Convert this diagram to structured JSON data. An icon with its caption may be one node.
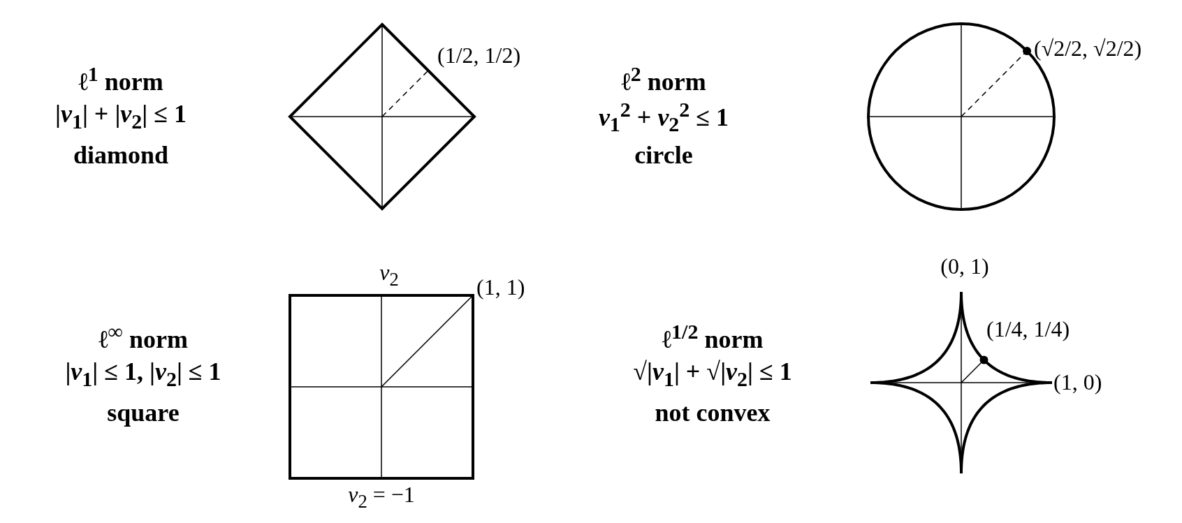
{
  "diagram": {
    "labels": [
      "ℓ$^{1}$ norm",
      "|*v*$_{1}$| + |*v*$_{2}$| ≤ 1",
      "diamond",
      "(1/2, 1/2)",
      "ℓ$^{2}$ norm",
      "*v*$_{1}$$^{2}$ + *v*$_{2}$$^{2}$ ≤ 1",
      "circle",
      "(√2/2, √2/2)",
      "*v*$_{2}$",
      "(1, 1)",
      "(0, 1)",
      "ℓ$^{∞}$ norm",
      "|*v*$_{1}$| ≤ 1, |*v*$_{2}$| ≤ 1",
      "square",
      "ℓ$^{1/2}$ norm",
      "(1/4, 1/4)",
      "√|*v*$_{1}$| + √|*v*$_{2}$| ≤ 1",
      "(1, 0)",
      "not convex",
      "*v*$_{2}$ = −1"
    ]
  }
}
